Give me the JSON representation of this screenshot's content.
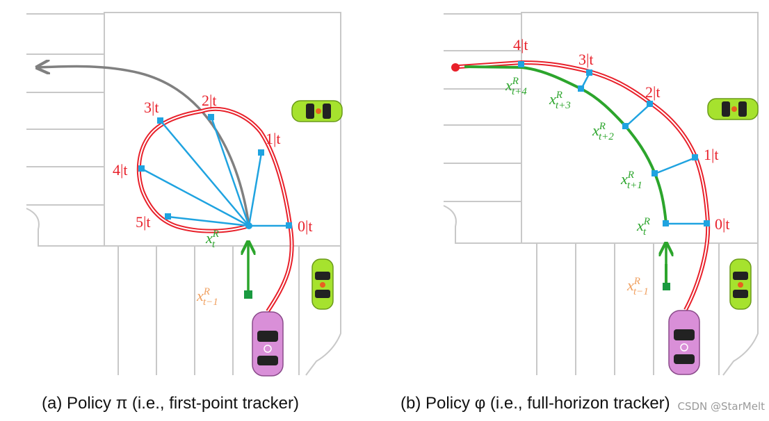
{
  "panel_a": {
    "caption": "(a) Policy π (i.e., first-point tracker)",
    "horizon_labels": [
      "0|t",
      "1|t",
      "2|t",
      "3|t",
      "4|t",
      "5|t"
    ],
    "current_state": "x",
    "current_state_sup": "R",
    "current_state_sub": "t",
    "prev_state": "x",
    "prev_state_sup": "R",
    "prev_state_sub": "t−1"
  },
  "panel_b": {
    "caption": "(b) Policy φ (i.e., full-horizon tracker)",
    "horizon_labels": [
      "0|t",
      "1|t",
      "2|t",
      "3|t",
      "4|t"
    ],
    "state_labels": [
      {
        "base": "x",
        "sup": "R",
        "sub": "t"
      },
      {
        "base": "x",
        "sup": "R",
        "sub": "t+1"
      },
      {
        "base": "x",
        "sup": "R",
        "sub": "t+2"
      },
      {
        "base": "x",
        "sup": "R",
        "sub": "t+3"
      },
      {
        "base": "x",
        "sup": "R",
        "sub": "t+4"
      }
    ],
    "prev_state": {
      "base": "x",
      "sup": "R",
      "sub": "t−1"
    }
  },
  "watermark": "CSDN @StarMelt",
  "colors": {
    "reference_path": "#e8202a",
    "tracker_link": "#1fa3e0",
    "ego_trajectory": "#2ca52c",
    "human_path": "#808080",
    "road_lines": "#c8c8c8",
    "ego_car": "#d98fd8",
    "parked_car": "#a6e22e",
    "goal_dot": "#e8202a"
  },
  "icons": [
    "car-icon",
    "parked-car-icon",
    "arrow-icon",
    "goal-dot-icon"
  ]
}
